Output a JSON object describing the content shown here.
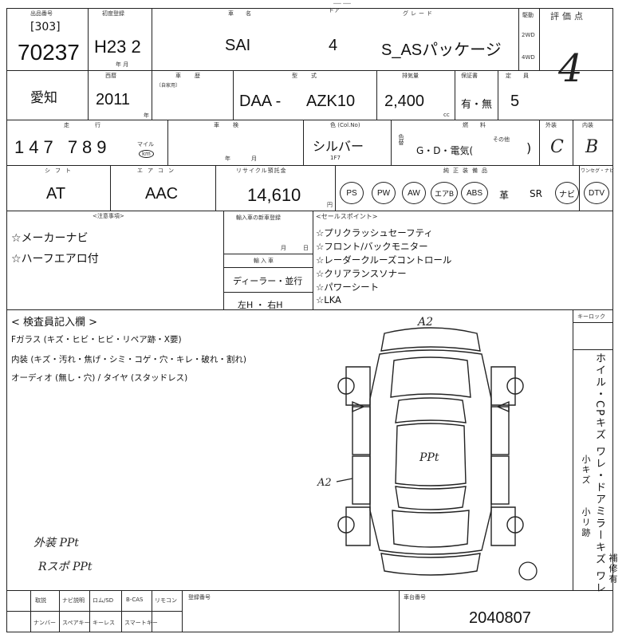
{
  "header": {
    "title_partial": "── ──",
    "lot_label": "出品番号",
    "lot_prefix": "[303]",
    "lot_number": "70237",
    "first_reg_label": "初度登録",
    "first_reg_value": "H23 2",
    "year_month_unit": "年 月",
    "car_name_label": "車　名",
    "car_name": "SAI",
    "doors_label": "ドア",
    "doors": "4",
    "grade_label": "グレード",
    "grade": "S_ASパッケージ",
    "drive_label": "駆動",
    "drive_2wd": "2WD",
    "drive_4wd": "4WD",
    "score_label": "評価点",
    "score": "4"
  },
  "row2": {
    "owner_pref": "愛知",
    "year_label": "西暦",
    "year": "2011",
    "year_unit": "年",
    "inspection_label": "車　歴",
    "inspection_note": "〔自家用〕",
    "model_label": "型　式",
    "model_prefix": "DAA -",
    "model_code": "AZK10",
    "displacement_label": "排気量",
    "displacement": "2,400",
    "displacement_unit": "cc",
    "recycle_label": "保証書",
    "recycle_value": "有・無",
    "capacity_label": "定　員",
    "capacity": "5"
  },
  "row3": {
    "mileage_label": "走　　行",
    "mileage": "147 789",
    "mileage_unit": "マイル",
    "mileage_unit2": "km",
    "shaken_label": "車　検",
    "shaken_unit": "年　　月",
    "color_label": "色 (Col.No)",
    "color": "シルバー",
    "color_code": "1F7",
    "color_change_label": "色替",
    "fuel_label": "燃　料",
    "fuel_value": "G・D・電気(",
    "fuel_other": "その他",
    "fuel_close": ")",
    "exterior_label": "外装",
    "exterior": "C",
    "interior_label": "内装",
    "interior": "B"
  },
  "row4": {
    "shift_label": "シフト",
    "shift": "AT",
    "ac_label": "エアコン",
    "ac": "AAC",
    "recycle_fee_label": "リサイクル預託金",
    "recycle_fee": "14,610",
    "recycle_fee_unit": "円",
    "equip_label": "純正装備品",
    "equipment": [
      "PS",
      "PW",
      "AW",
      "エアB",
      "ABS"
    ],
    "roof": "革",
    "sr": "SR",
    "navi": "ナビ",
    "dtv": "DTV",
    "navi_sub_label": "ワンセグ・ナビ"
  },
  "notes": {
    "remarks_label": "<注意事項>",
    "remarks": [
      "☆メーカーナビ",
      "☆ハーフエアロ付"
    ],
    "mid_label": "輸入車の新車登録",
    "mid_month": "月",
    "mid_day": "日",
    "import_label": "輸入車",
    "import_value": "ディーラー・並行",
    "handle_value": "左H ・ 右H",
    "sales_label": "<セールスポイント>",
    "sales_points": [
      "☆プリクラッシュセーフティ",
      "☆フロント/バックモニター",
      "☆レーダークルーズコントロール",
      "☆クリアランスソナー",
      "☆パワーシート",
      "☆LKA"
    ]
  },
  "inspector": {
    "label": "< 検査員記入欄 >",
    "line1": "Fガラス (キズ・ヒビ・ヒビ・リペア跡・X要)",
    "line2": "内装 (キズ・汚れ・焦げ・シミ・コゲ・穴・キレ・破れ・割れ)",
    "line3": "オーディオ (無し・穴) / タイヤ (スタッドレス)",
    "key_label": "キーロック",
    "side_notes": "ホイル・CPキズ ワレ・ドアミラーキズ ワレ",
    "side_sub1": "小キズ",
    "side_sub2": "小リ跡",
    "side_sub3": "補修有",
    "hand_a2_top": "A2",
    "hand_a2_left": "A2",
    "hand_ppt": "PPt",
    "hand_note1": "外装 PPt",
    "hand_note2": "Rスポ PPt"
  },
  "footer": {
    "cells_top": [
      "取説",
      "ナビ説明",
      "ロム/SD",
      "B-CAS",
      "リモコン"
    ],
    "cells_bottom": [
      "ナンバー",
      "スペアキー",
      "キーレス",
      "スマートキー"
    ],
    "inspection_no_label": "登録番号",
    "chassis_label": "車台番号",
    "chassis_no": "2040807"
  }
}
